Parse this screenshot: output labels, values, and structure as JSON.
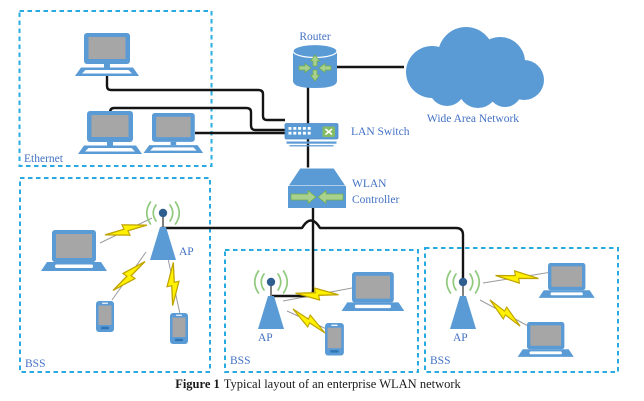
{
  "figure": {
    "caption": {
      "prefix": "Figure 1",
      "text": "Typical layout of an enterprise WLAN network"
    },
    "nodes": {
      "router": "Router",
      "wan": "Wide Area Network",
      "lan_switch": "LAN Switch",
      "wlan_controller_line1": "WLAN",
      "wlan_controller_line2": "Controller"
    },
    "zones": {
      "ethernet": {
        "label": "Ethernet",
        "devices": [
          "desktop-computer",
          "desktop-computer",
          "desktop-computer"
        ]
      },
      "bss_left": {
        "label": "BSS",
        "ap": "AP",
        "devices": [
          "laptop",
          "smartphone",
          "smartphone"
        ]
      },
      "bss_middle": {
        "label": "BSS",
        "ap": "AP",
        "devices": [
          "laptop",
          "smartphone"
        ]
      },
      "bss_right": {
        "label": "BSS",
        "ap": "AP",
        "devices": [
          "laptop",
          "laptop"
        ]
      }
    },
    "icons": {
      "router": "cylinder-with-cross-arrows",
      "wan": "cloud",
      "lan_switch": "switch-box-with-ports-and-x",
      "wlan_controller": "box-with-opposing-arrows",
      "ap": "antenna-cone-with-radio-waves",
      "wireless_link": "lightning-bolt"
    },
    "colors": {
      "device_blue": "#5B9BD5",
      "accent_dark_blue": "#2F5F8F",
      "screen_gray": "#A6A6A6",
      "wave_green": "#8FC97C",
      "arrow_green": "#A9D18E",
      "bolt_yellow": "#FFF100",
      "zone_dash_cyan": "#29ABE2",
      "label_blue": "#4472C4",
      "cable_black": "#141414"
    }
  }
}
